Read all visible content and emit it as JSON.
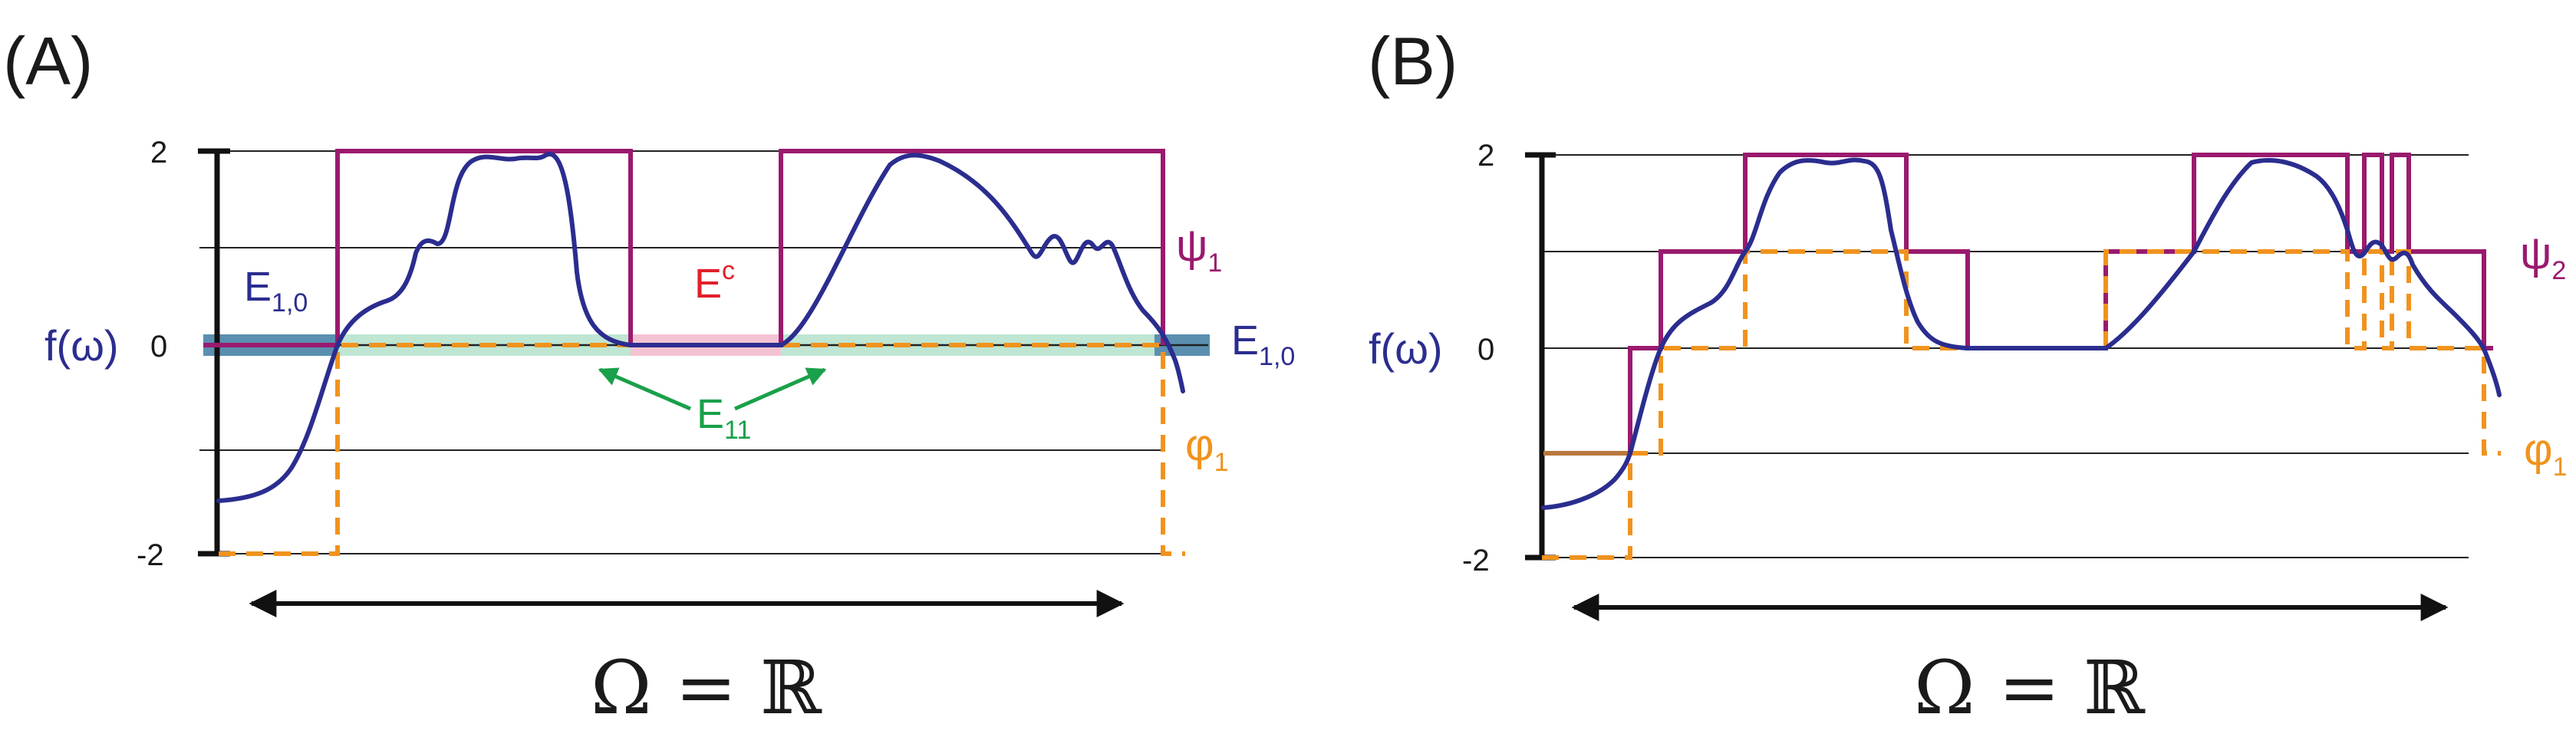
{
  "colors": {
    "f_curve": "#2b2d8f",
    "psi": "#9a1a6e",
    "phi": "#f0931e",
    "e10_band": "#5b8fb0",
    "e11_band": "#bfe6d3",
    "ec_band": "#f4c3d3",
    "arrow_green": "#1aa04a",
    "brown_segment": "#b8773c"
  },
  "panel_a": {
    "letter": "(A)",
    "tick_top": "2",
    "tick_mid": "0",
    "tick_bottom": "-2",
    "f_label": "f(ω)",
    "e10_left": "E",
    "e10_left_sub": "1,0",
    "e10_right": "E",
    "e10_right_sub": "1,0",
    "ec": "E",
    "ec_sup": "c",
    "e11": "E",
    "e11_sub": "11",
    "psi": "ψ",
    "psi_sub": "1",
    "phi": "φ",
    "phi_sub": "1",
    "omega": "Ω = ℝ"
  },
  "panel_b": {
    "letter": "(B)",
    "tick_top": "2",
    "tick_mid": "0",
    "tick_bottom": "-2",
    "f_label": "f(ω)",
    "psi": "ψ",
    "psi_sub": "2",
    "phi": "φ",
    "phi_sub": "1",
    "omega": "Ω = ℝ"
  }
}
